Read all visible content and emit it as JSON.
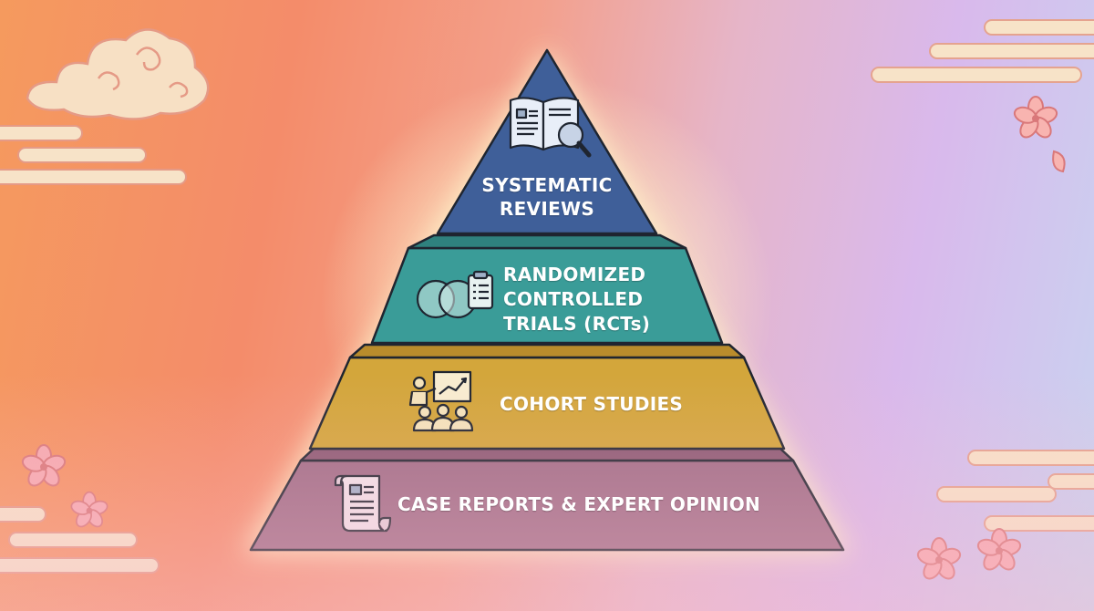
{
  "colors": {
    "tier1": "#3f5f99",
    "tier2": "#3a9c98",
    "tier3": "#d3a63b",
    "tier4": "#a06d87",
    "outline": "#1f2530",
    "cloud": "#f7e3c8",
    "blossom": "#f6b3b3"
  },
  "pyramid": {
    "tiers": [
      {
        "lines": [
          "SYSTEMATIC",
          "REVIEWS"
        ],
        "icon": "book-magnifier-icon"
      },
      {
        "lines": [
          "RANDOMIZED",
          "CONTROLLED",
          "TRIALS (RCTs)"
        ],
        "icon": "venn-clipboard-icon"
      },
      {
        "lines": [
          "COHORT STUDIES"
        ],
        "icon": "presenter-group-icon"
      },
      {
        "lines": [
          "CASE REPORTS & EXPERT OPINION"
        ],
        "icon": "scroll-document-icon"
      }
    ]
  }
}
